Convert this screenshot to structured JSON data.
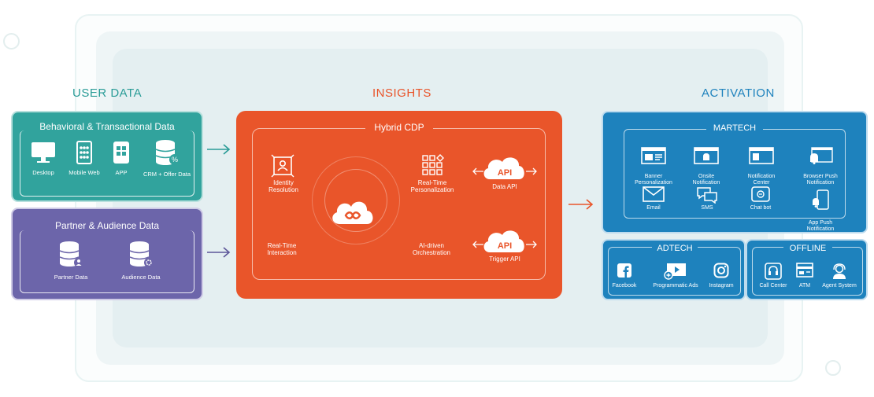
{
  "columns": {
    "user_data": "USER DATA",
    "insights": "INSIGHTS",
    "activation": "ACTIVATION"
  },
  "behavioral": {
    "title": "Behavioral & Transactional Data",
    "items": [
      {
        "label": "Desktop",
        "icon": "desktop-icon"
      },
      {
        "label": "Mobile Web",
        "icon": "mobile-web-icon"
      },
      {
        "label": "APP",
        "icon": "app-icon"
      },
      {
        "label": "CRM + Offer Data",
        "icon": "database-percent-icon"
      }
    ]
  },
  "partner": {
    "title": "Partner & Audience Data",
    "items": [
      {
        "label": "Partner Data",
        "icon": "database-user-icon"
      },
      {
        "label": "Audience Data",
        "icon": "database-gear-icon"
      }
    ]
  },
  "cdp": {
    "title": "Hybrid CDP",
    "identity": "Identity\nResolution",
    "realtime_personalization": "Real-Time\nPersonalization",
    "data_api": "Data API",
    "realtime_interaction": "Real-Time\nInteraction",
    "ai_orchestration": "AI-driven\nOrchestration",
    "trigger_api": "Trigger API",
    "api_badge": "API"
  },
  "martech": {
    "title": "MARTECH",
    "items": [
      {
        "label": "Banner\nPersonalization",
        "icon": "banner-icon"
      },
      {
        "label": "Onsite\nNotification",
        "icon": "onsite-notification-icon"
      },
      {
        "label": "Notification\nCenter",
        "icon": "notification-center-icon"
      },
      {
        "label": "Browser Push\nNotification",
        "icon": "browser-push-icon"
      },
      {
        "label": "Email",
        "icon": "email-icon"
      },
      {
        "label": "SMS",
        "icon": "sms-icon"
      },
      {
        "label": "Chat bot",
        "icon": "chatbot-icon"
      },
      {
        "label": "App Push\nNotification",
        "icon": "app-push-icon"
      }
    ]
  },
  "adtech": {
    "title": "ADTECH",
    "items": [
      {
        "label": "Facebook",
        "icon": "facebook-icon"
      },
      {
        "label": "Programmatic Ads",
        "icon": "programmatic-ads-icon"
      },
      {
        "label": "Instagram",
        "icon": "instagram-icon"
      }
    ]
  },
  "offline": {
    "title": "OFFLINE",
    "items": [
      {
        "label": "Call Center",
        "icon": "call-center-icon"
      },
      {
        "label": "ATM",
        "icon": "atm-icon"
      },
      {
        "label": "Agent System",
        "icon": "agent-icon"
      }
    ]
  },
  "colors": {
    "teal": "#31a39d",
    "purple": "#6c65aa",
    "orange": "#e9552a",
    "blue": "#1e82bd"
  }
}
